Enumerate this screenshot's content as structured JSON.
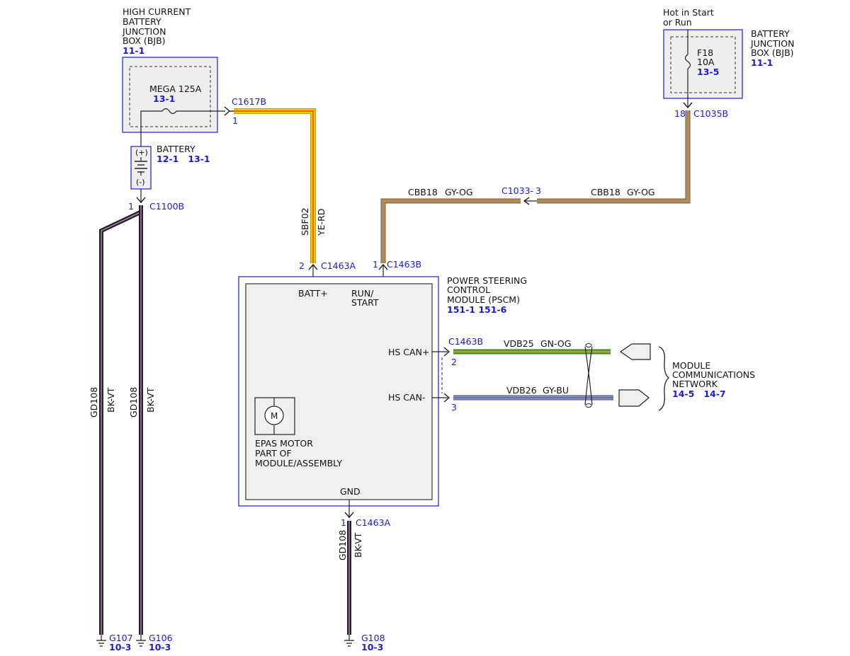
{
  "colors": {
    "connector_text": "#1a1ad6",
    "component_box": "#2b2bd6",
    "component_fill": "#eeeeee",
    "wire_yellow": "#f5c400",
    "wire_red": "#d23a1e",
    "wire_gray": "#8c8c8c",
    "wire_orange": "#d9a055",
    "wire_tan": "#a8804d",
    "wire_green": "#3f8f1a",
    "wire_blue": "#4c5ecf",
    "wire_black": "#222222",
    "wire_violet": "#9a6ba6"
  },
  "hcbjb": {
    "name_lines": [
      "HIGH CURRENT",
      "BATTERY",
      "JUNCTION",
      "BOX (BJB)"
    ],
    "ref": "11-1",
    "fuse_label": "MEGA 125A",
    "fuse_ref": "13-1"
  },
  "c1617b": {
    "name": "C1617B",
    "pin": "1"
  },
  "battery": {
    "label": "BATTERY",
    "refs": "12-1   13-1",
    "plus": "(+)",
    "minus": "(-)",
    "icon": "battery-icon"
  },
  "c1100b": {
    "name": "C1100B",
    "pin": "1"
  },
  "left_wires": [
    {
      "circuit": "GD108",
      "color_code": "BK-VT"
    },
    {
      "circuit": "GD108",
      "color_code": "BK-VT"
    }
  ],
  "grounds": {
    "g107": {
      "name": "G107",
      "ref": "10-3"
    },
    "g106": {
      "name": "G106",
      "ref": "10-3"
    },
    "g108": {
      "name": "G108",
      "ref": "10-3"
    }
  },
  "sbf02": {
    "circuit": "SBF02",
    "color_code": "YE-RD"
  },
  "bjb": {
    "header_lines": [
      "Hot in Start",
      "or Run"
    ],
    "name_lines": [
      "BATTERY",
      "JUNCTION",
      "BOX (BJB)"
    ],
    "ref": "11-1",
    "fuse_name": "F18",
    "fuse_rating": "10A",
    "fuse_ref": "13-5"
  },
  "c1035b": {
    "name": "C1035B",
    "pin": "18"
  },
  "cbb18": {
    "left": {
      "circuit": "CBB18",
      "color_code": "GY-OG"
    },
    "right": {
      "circuit": "CBB18",
      "color_code": "GY-OG"
    }
  },
  "c1033": {
    "name": "C1033-",
    "pin": "3"
  },
  "pscm": {
    "name_lines": [
      "POWER STEERING",
      "CONTROL",
      "MODULE (PSCM)"
    ],
    "refs": "151-1 151-6",
    "pin_batt": "BATT+",
    "pin_run_lines": [
      "RUN/",
      "START"
    ],
    "pin_hscan_plus": "HS CAN+",
    "pin_hscan_minus": "HS CAN-",
    "pin_gnd": "GND",
    "motor_symbol": "M",
    "motor_lines": [
      "EPAS MOTOR",
      "PART OF",
      "MODULE/ASSEMBLY"
    ],
    "motor_icon": "motor-icon"
  },
  "c1463a_batt": {
    "name": "C1463A",
    "pin": "2"
  },
  "c1463b_run": {
    "name": "C1463B",
    "pin": "1"
  },
  "c1463b_can": {
    "name": "C1463B",
    "pin_plus": "2",
    "pin_minus": "3"
  },
  "c1463a_gnd": {
    "name": "C1463A",
    "pin": "1"
  },
  "vdb25": {
    "circuit": "VDB25",
    "color_code": "GN-OG"
  },
  "vdb26": {
    "circuit": "VDB26",
    "color_code": "GY-BU"
  },
  "gnd_wire": {
    "circuit": "GD108",
    "color_code": "BK-VT"
  },
  "network": {
    "name_lines": [
      "MODULE",
      "COMMUNICATIONS",
      "NETWORK"
    ],
    "refs": "14-5   14-7"
  }
}
